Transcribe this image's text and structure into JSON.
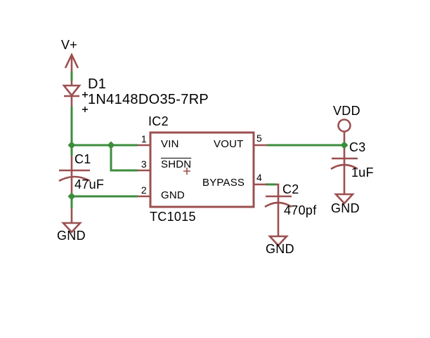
{
  "colors": {
    "symbol": "#9c4f4f",
    "wire": "#3c8c3c",
    "text": "#000000",
    "background": "#ffffff"
  },
  "power": {
    "vplus_label": "V+",
    "vdd_label": "VDD",
    "gnd_label": "GND"
  },
  "diode": {
    "ref": "D1",
    "value": "1N4148DO35-7RP"
  },
  "capacitors": {
    "c1": {
      "ref": "C1",
      "value": "47uF"
    },
    "c2": {
      "ref": "C2",
      "value": "470pf"
    },
    "c3": {
      "ref": "C3",
      "value": "1uF"
    }
  },
  "ic": {
    "ref": "IC2",
    "value": "TC1015",
    "pins": {
      "vin": {
        "number": "1",
        "name": "VIN"
      },
      "shdn": {
        "number": "3",
        "name": "SHDN"
      },
      "gnd": {
        "number": "2",
        "name": "GND"
      },
      "vout": {
        "number": "5",
        "name": "VOUT"
      },
      "bypass": {
        "number": "4",
        "name": "BYPASS"
      }
    }
  }
}
